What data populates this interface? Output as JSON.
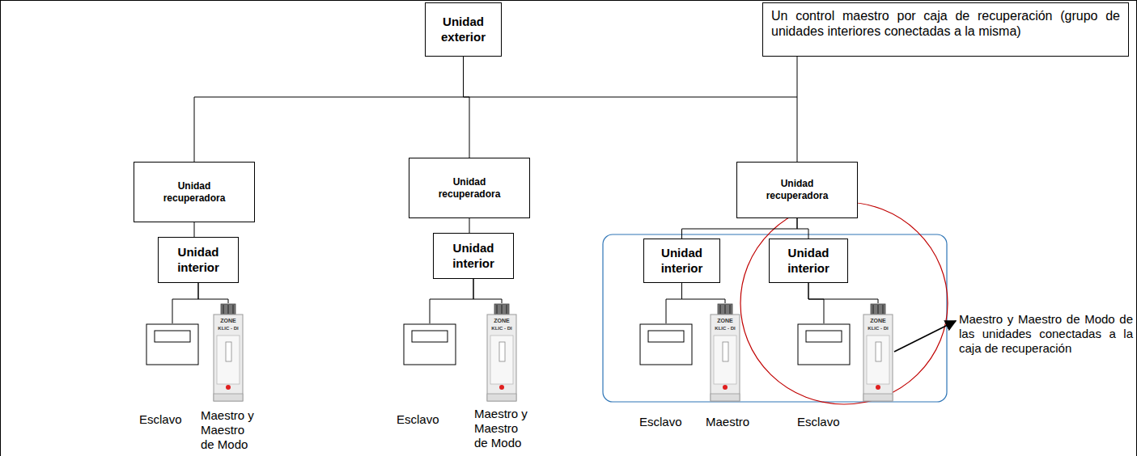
{
  "diagram": {
    "nodes": [
      {
        "text": [
          "Unidad exterior"
        ]
      },
      {
        "text": [
          "Un control maestro por caja de recuperación (grupo de unidades interiores conectadas a la misma)"
        ]
      },
      {
        "text": [
          "Unidad recuperadora"
        ]
      },
      {
        "text": [
          "Unidad interior"
        ]
      },
      {
        "text": [
          "Esclavo"
        ]
      },
      {
        "text": [
          "ZONE",
          "KLIC - DI",
          "Maestro y Maestro de Modo"
        ]
      },
      {
        "text": [
          "Unidad recuperadora"
        ]
      },
      {
        "text": [
          "Unidad interior"
        ]
      },
      {
        "text": [
          "Esclavo"
        ]
      },
      {
        "text": [
          "ZONE",
          "KLIC - DI",
          "Maestro y Maestro de Modo"
        ]
      },
      {
        "text": [
          "Unidad recuperadora"
        ]
      },
      {
        "text": [
          "Unidad interior"
        ]
      },
      {
        "text": [
          "Unidad interior"
        ]
      },
      {
        "text": [
          "Esclavo"
        ]
      },
      {
        "text": [
          "ZONE",
          "KLIC - DI",
          "Maestro"
        ]
      },
      {
        "text": [
          "Esclavo"
        ]
      },
      {
        "text": [
          "ZONE",
          "KLIC - DI"
        ]
      },
      {
        "text": [
          "Maestro y Maestro de Modo de las unidades conectadas a la caja de recuperación"
        ]
      }
    ],
    "edges": [
      {
        "from": 0,
        "to": 2,
        "arrow": "none"
      },
      {
        "from": 0,
        "to": 6,
        "arrow": "none"
      },
      {
        "from": 0,
        "to": 10,
        "arrow": "none"
      },
      {
        "from": 2,
        "to": 3,
        "arrow": "none"
      },
      {
        "from": 3,
        "to": 4,
        "arrow": "none"
      },
      {
        "from": 3,
        "to": 5,
        "arrow": "none"
      },
      {
        "from": 6,
        "to": 7,
        "arrow": "none"
      },
      {
        "from": 7,
        "to": 8,
        "arrow": "none"
      },
      {
        "from": 7,
        "to": 9,
        "arrow": "none"
      },
      {
        "from": 10,
        "to": 11,
        "arrow": "none"
      },
      {
        "from": 10,
        "to": 12,
        "arrow": "none"
      },
      {
        "from": 11,
        "to": 13,
        "arrow": "none"
      },
      {
        "from": 11,
        "to": 14,
        "arrow": "none"
      },
      {
        "from": 12,
        "to": 15,
        "arrow": "none"
      },
      {
        "from": 12,
        "to": 16,
        "arrow": "none"
      },
      {
        "from": 16,
        "to": 17,
        "arrow": "to"
      }
    ]
  }
}
